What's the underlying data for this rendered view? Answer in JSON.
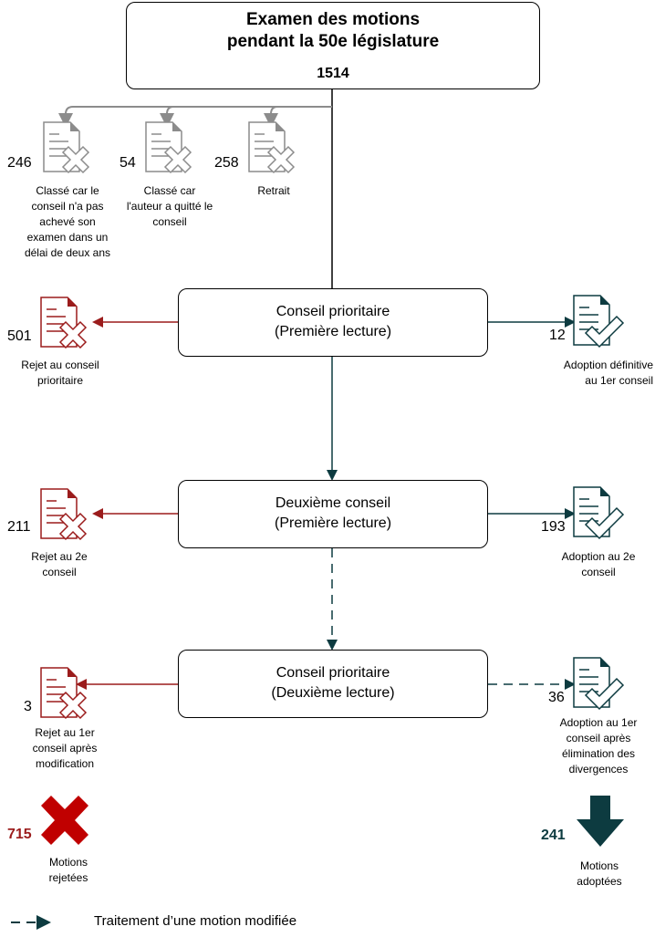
{
  "header": {
    "title_line1": "Examen des motions",
    "title_line2": "pendant la 50e législature",
    "total": "1514"
  },
  "colors": {
    "rejected": "#9b1c1c",
    "adopted": "#0d3b40",
    "closed": "#8c8c8c",
    "reject_cross": "#c00000"
  },
  "closed_outcomes": [
    {
      "count": "246",
      "label": "Classé car le conseil n'a pas achevé son examen dans un délai de deux ans",
      "icon": "document-cross-icon"
    },
    {
      "count": "54",
      "label": "Classé car l'auteur a quitté le conseil",
      "icon": "document-cross-icon"
    },
    {
      "count": "258",
      "label": "Retrait",
      "icon": "document-cross-icon"
    }
  ],
  "stages": [
    {
      "title_line1": "Conseil prioritaire",
      "title_line2": "(Première lecture)",
      "rejected": {
        "count": "501",
        "label": "Rejet au conseil prioritaire"
      },
      "adopted": {
        "count": "12",
        "label": "Adoption définitive au 1er conseil"
      }
    },
    {
      "title_line1": "Deuxième conseil",
      "title_line2": "(Première lecture)",
      "rejected": {
        "count": "211",
        "label": "Rejet au 2e conseil"
      },
      "adopted": {
        "count": "193",
        "label": "Adoption au 2e conseil"
      }
    },
    {
      "title_line1": "Conseil prioritaire",
      "title_line2": "(Deuxième lecture)",
      "rejected": {
        "count": "3",
        "label": "Rejet au 1er conseil après modification"
      },
      "adopted": {
        "count": "36",
        "label": "Adoption au 1er conseil après élimination des divergences"
      }
    }
  ],
  "totals": {
    "rejected": {
      "count": "715",
      "label": "Motions rejetées"
    },
    "adopted": {
      "count": "241",
      "label": "Motions adoptées"
    }
  },
  "legend": {
    "dashed_arrow_label": "Traitement d’une motion modifiée"
  }
}
